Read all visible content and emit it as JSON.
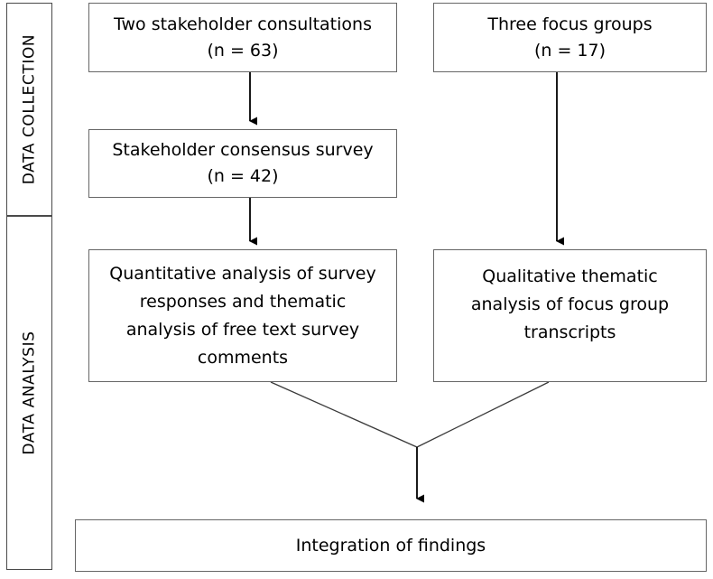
{
  "figure": {
    "type": "flowchart",
    "orientation": "top-to-bottom",
    "background_color": "#ffffff",
    "line_color": "#666666",
    "text_color": "#000000"
  },
  "phases": [
    {
      "id": "data-collection",
      "label": "DATA COLLECTION"
    },
    {
      "id": "data-analysis",
      "label": "DATA ANALYSIS"
    }
  ],
  "nodes": {
    "stakeholder_consultations": {
      "line1": "Two stakeholder consultations",
      "line2": "(n = 63)"
    },
    "consensus_survey": {
      "line1": "Stakeholder consensus survey",
      "line2": "(n = 42)"
    },
    "focus_groups": {
      "line1": "Three focus groups",
      "line2": "(n = 17)"
    },
    "quantitative_analysis": {
      "line1": "Quantitative analysis of survey",
      "line2": "responses and thematic",
      "line3": "analysis of free text survey",
      "line4": "comments"
    },
    "qualitative_analysis": {
      "line1": "Qualitative thematic",
      "line2": "analysis of focus group",
      "line3": "transcripts"
    },
    "integration": {
      "line1": "Integration of findings"
    }
  },
  "connectors": [
    {
      "id": "consultations-to-survey",
      "kind": "arrow",
      "from": "stakeholder_consultations",
      "to": "consensus_survey"
    },
    {
      "id": "survey-to-quantitative",
      "kind": "arrow",
      "from": "consensus_survey",
      "to": "quantitative_analysis"
    },
    {
      "id": "focusgroups-to-qualitative",
      "kind": "arrow",
      "from": "focus_groups",
      "to": "qualitative_analysis"
    },
    {
      "id": "quantitative-to-junction",
      "kind": "line",
      "from": "quantitative_analysis",
      "to": "junction"
    },
    {
      "id": "qualitative-to-junction",
      "kind": "line",
      "from": "qualitative_analysis",
      "to": "junction"
    },
    {
      "id": "junction-to-integration",
      "kind": "arrow",
      "from": "junction",
      "to": "integration"
    }
  ]
}
